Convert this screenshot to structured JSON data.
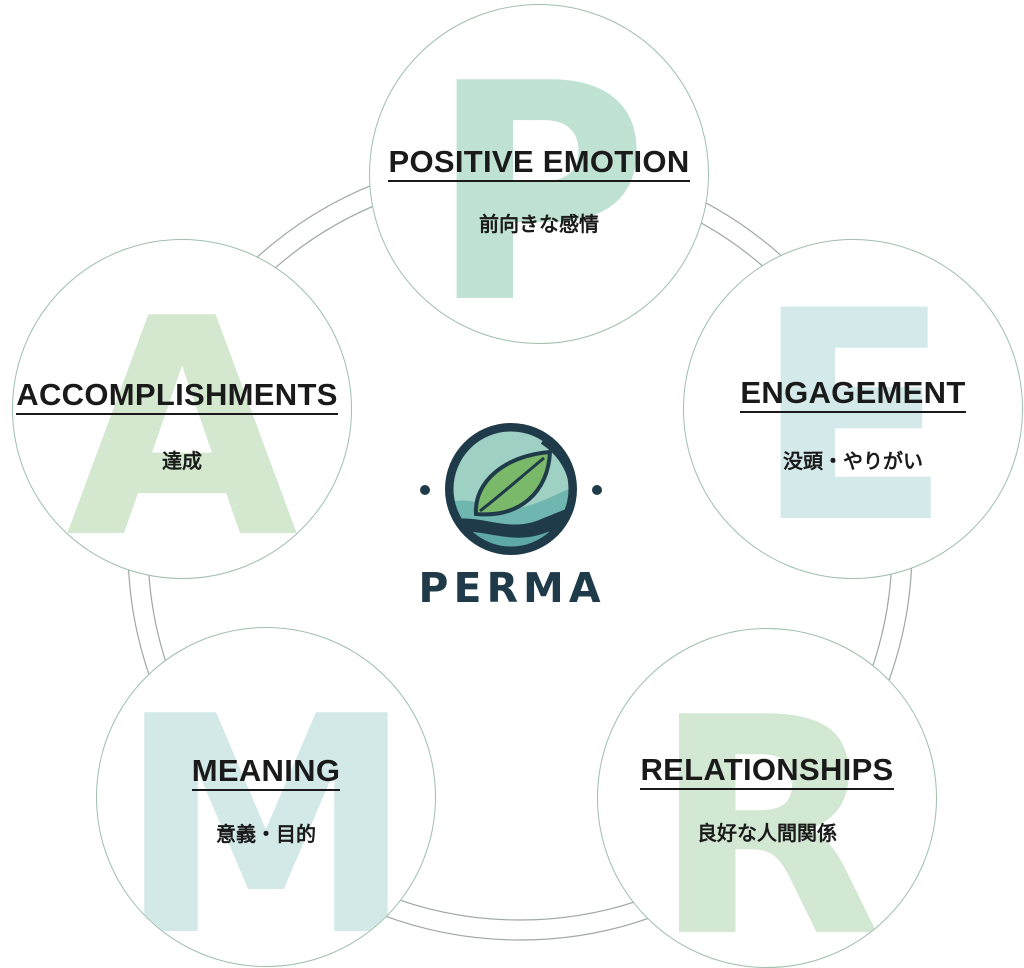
{
  "center": {
    "brand": "PERMA"
  },
  "elements": {
    "positive_emotion": {
      "letter": "P",
      "title": "POSITIVE EMOTION",
      "subtitle": "前向きな感情",
      "letter_color": "#bfe2d3"
    },
    "engagement": {
      "letter": "E",
      "title": "ENGAGEMENT",
      "subtitle": "没頭・やりがい",
      "letter_color": "#d4eaea"
    },
    "relationships": {
      "letter": "R",
      "title": "RELATIONSHIPS",
      "subtitle": "良好な人間関係",
      "letter_color": "#d2e8d3"
    },
    "meaning": {
      "letter": "M",
      "title": "MEANING",
      "subtitle": "意義・目的",
      "letter_color": "#d2e9e8"
    },
    "accomplishments": {
      "letter": "A",
      "title": "ACCOMPLISHMENTS",
      "subtitle": "達成",
      "letter_color": "#d3e8cf"
    }
  },
  "colors": {
    "ring": "#9fa7a5",
    "circle_border": "#9fbfae",
    "logo_dark": "#1f3b4a",
    "logo_leaf": "#7ab86a",
    "logo_teal": "#5fa8a9"
  }
}
